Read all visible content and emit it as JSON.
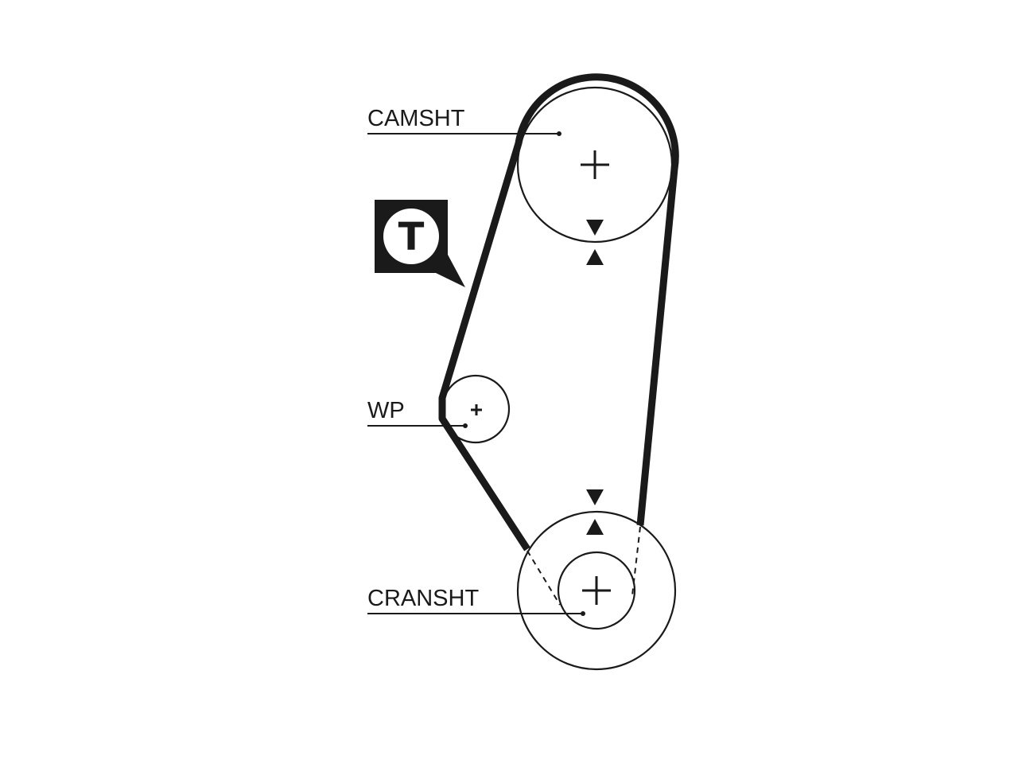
{
  "labels": {
    "camshaft": "CAMSHT",
    "water_pump": "WP",
    "crankshaft": "CRANSHT"
  },
  "tensioner_badge": {
    "symbol": "T"
  },
  "colors": {
    "line": "#1a1a1a",
    "background": "#ffffff"
  }
}
